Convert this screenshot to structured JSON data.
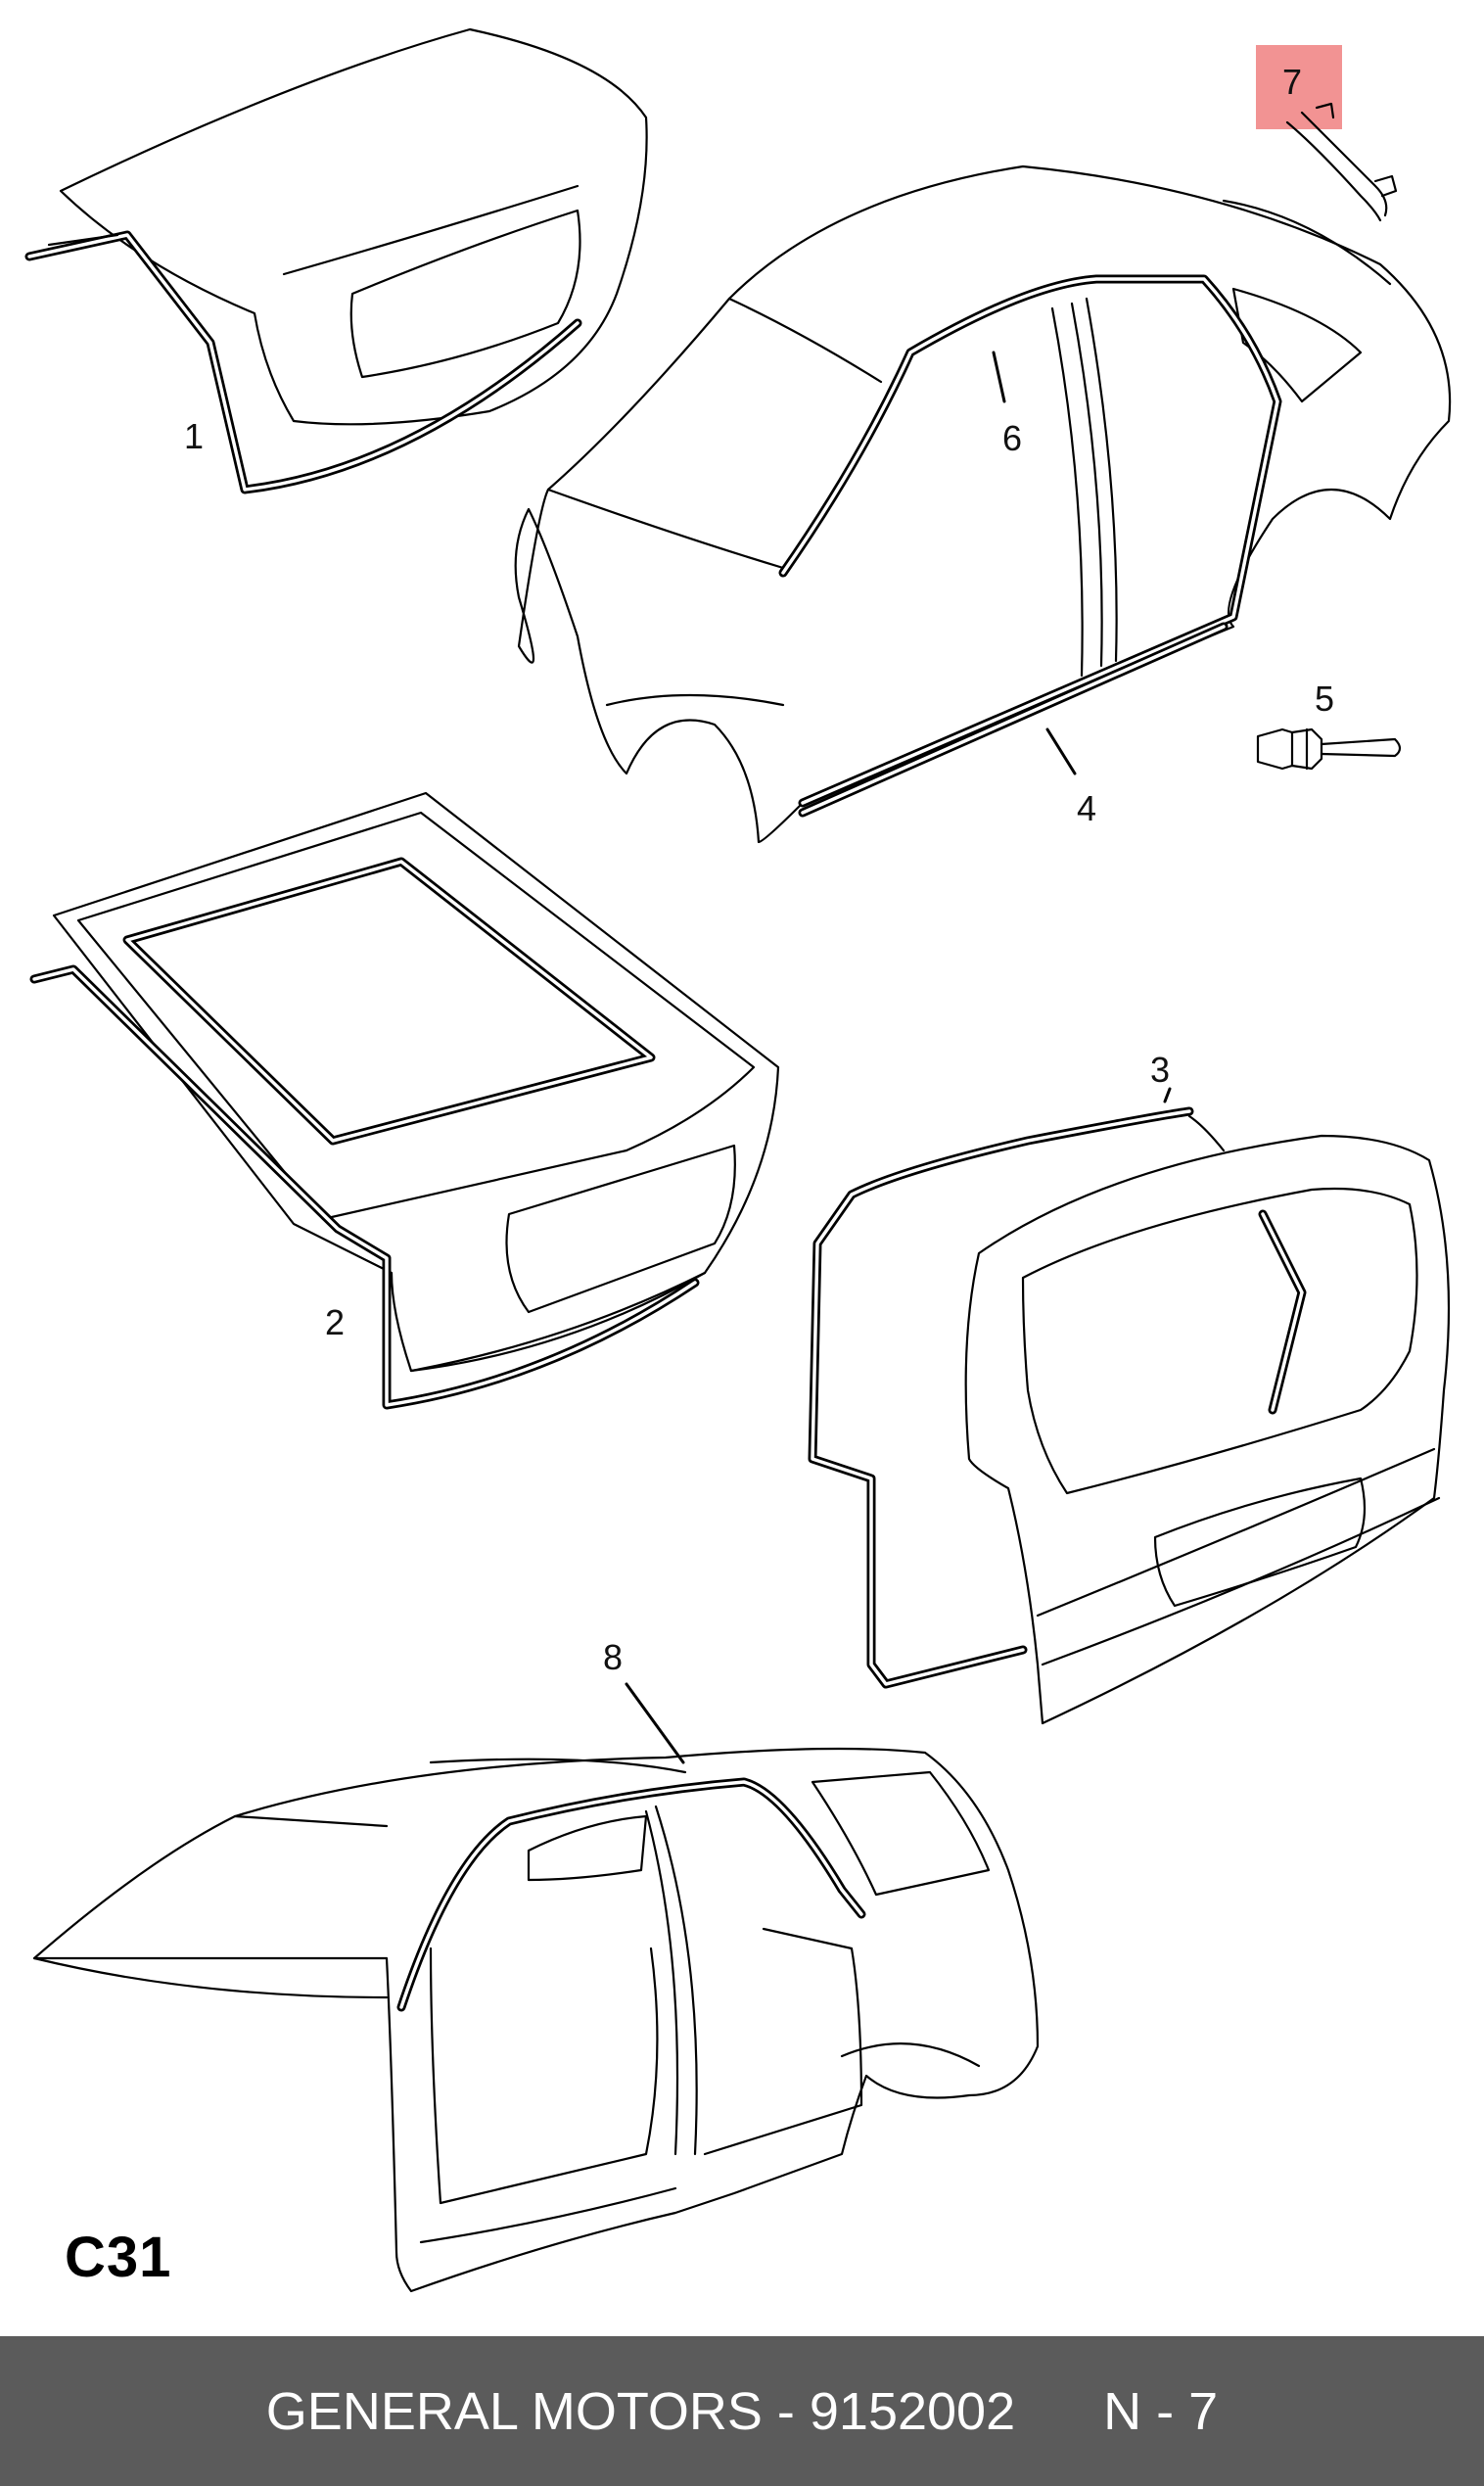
{
  "callouts": {
    "c1": "1",
    "c2": "2",
    "c3": "3",
    "c4": "4",
    "c5": "5",
    "c6": "6",
    "c7": "7",
    "c8": "8"
  },
  "highlight_color": "#f08080",
  "diagram_code": "C31",
  "footer": {
    "brand": "GENERAL MOTORS",
    "separator": " - ",
    "part_number": "9152002",
    "gap": "      ",
    "page": "N - 7"
  }
}
